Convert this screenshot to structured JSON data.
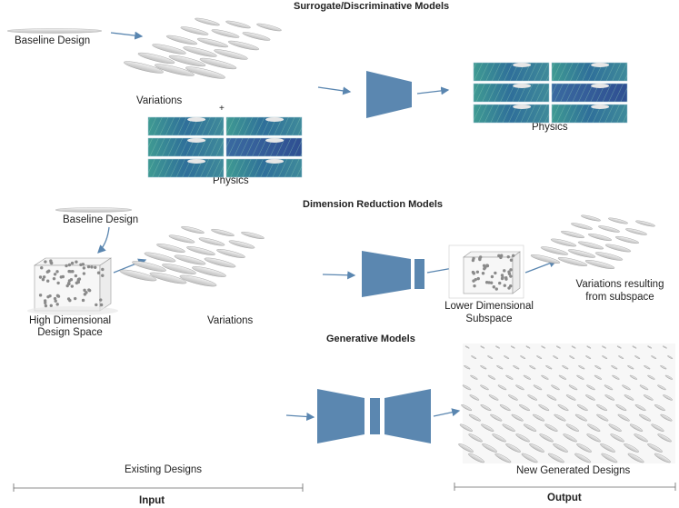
{
  "sections": {
    "surrogate": {
      "title": "Surrogate/Discriminative Models",
      "baseline_label": "Baseline Design",
      "variations_label": "Variations",
      "plus_sign": "+",
      "physics_input_label": "Physics",
      "physics_output_label": "Physics"
    },
    "dimension": {
      "title": "Dimension Reduction Models",
      "baseline_label": "Baseline Design",
      "design_space_label_1": "High Dimensional",
      "design_space_label_2": "Design Space",
      "variations_label": "Variations",
      "subspace_label_1": "Lower Dimensional",
      "subspace_label_2": "Subspace",
      "result_label_1": "Variations resulting",
      "result_label_2": "from subspace"
    },
    "generative": {
      "title": "Generative Models",
      "existing_label": "Existing Designs",
      "new_label": "New Generated Designs"
    }
  },
  "footer": {
    "input_label": "Input",
    "output_label": "Output"
  },
  "colors": {
    "model_blue": "#5b87b0",
    "arrow_blue": "#5a86b0",
    "field_blue": "#2f6f9a",
    "field_teal": "#3f9a92",
    "shape_gray": "#d4d4d4"
  }
}
